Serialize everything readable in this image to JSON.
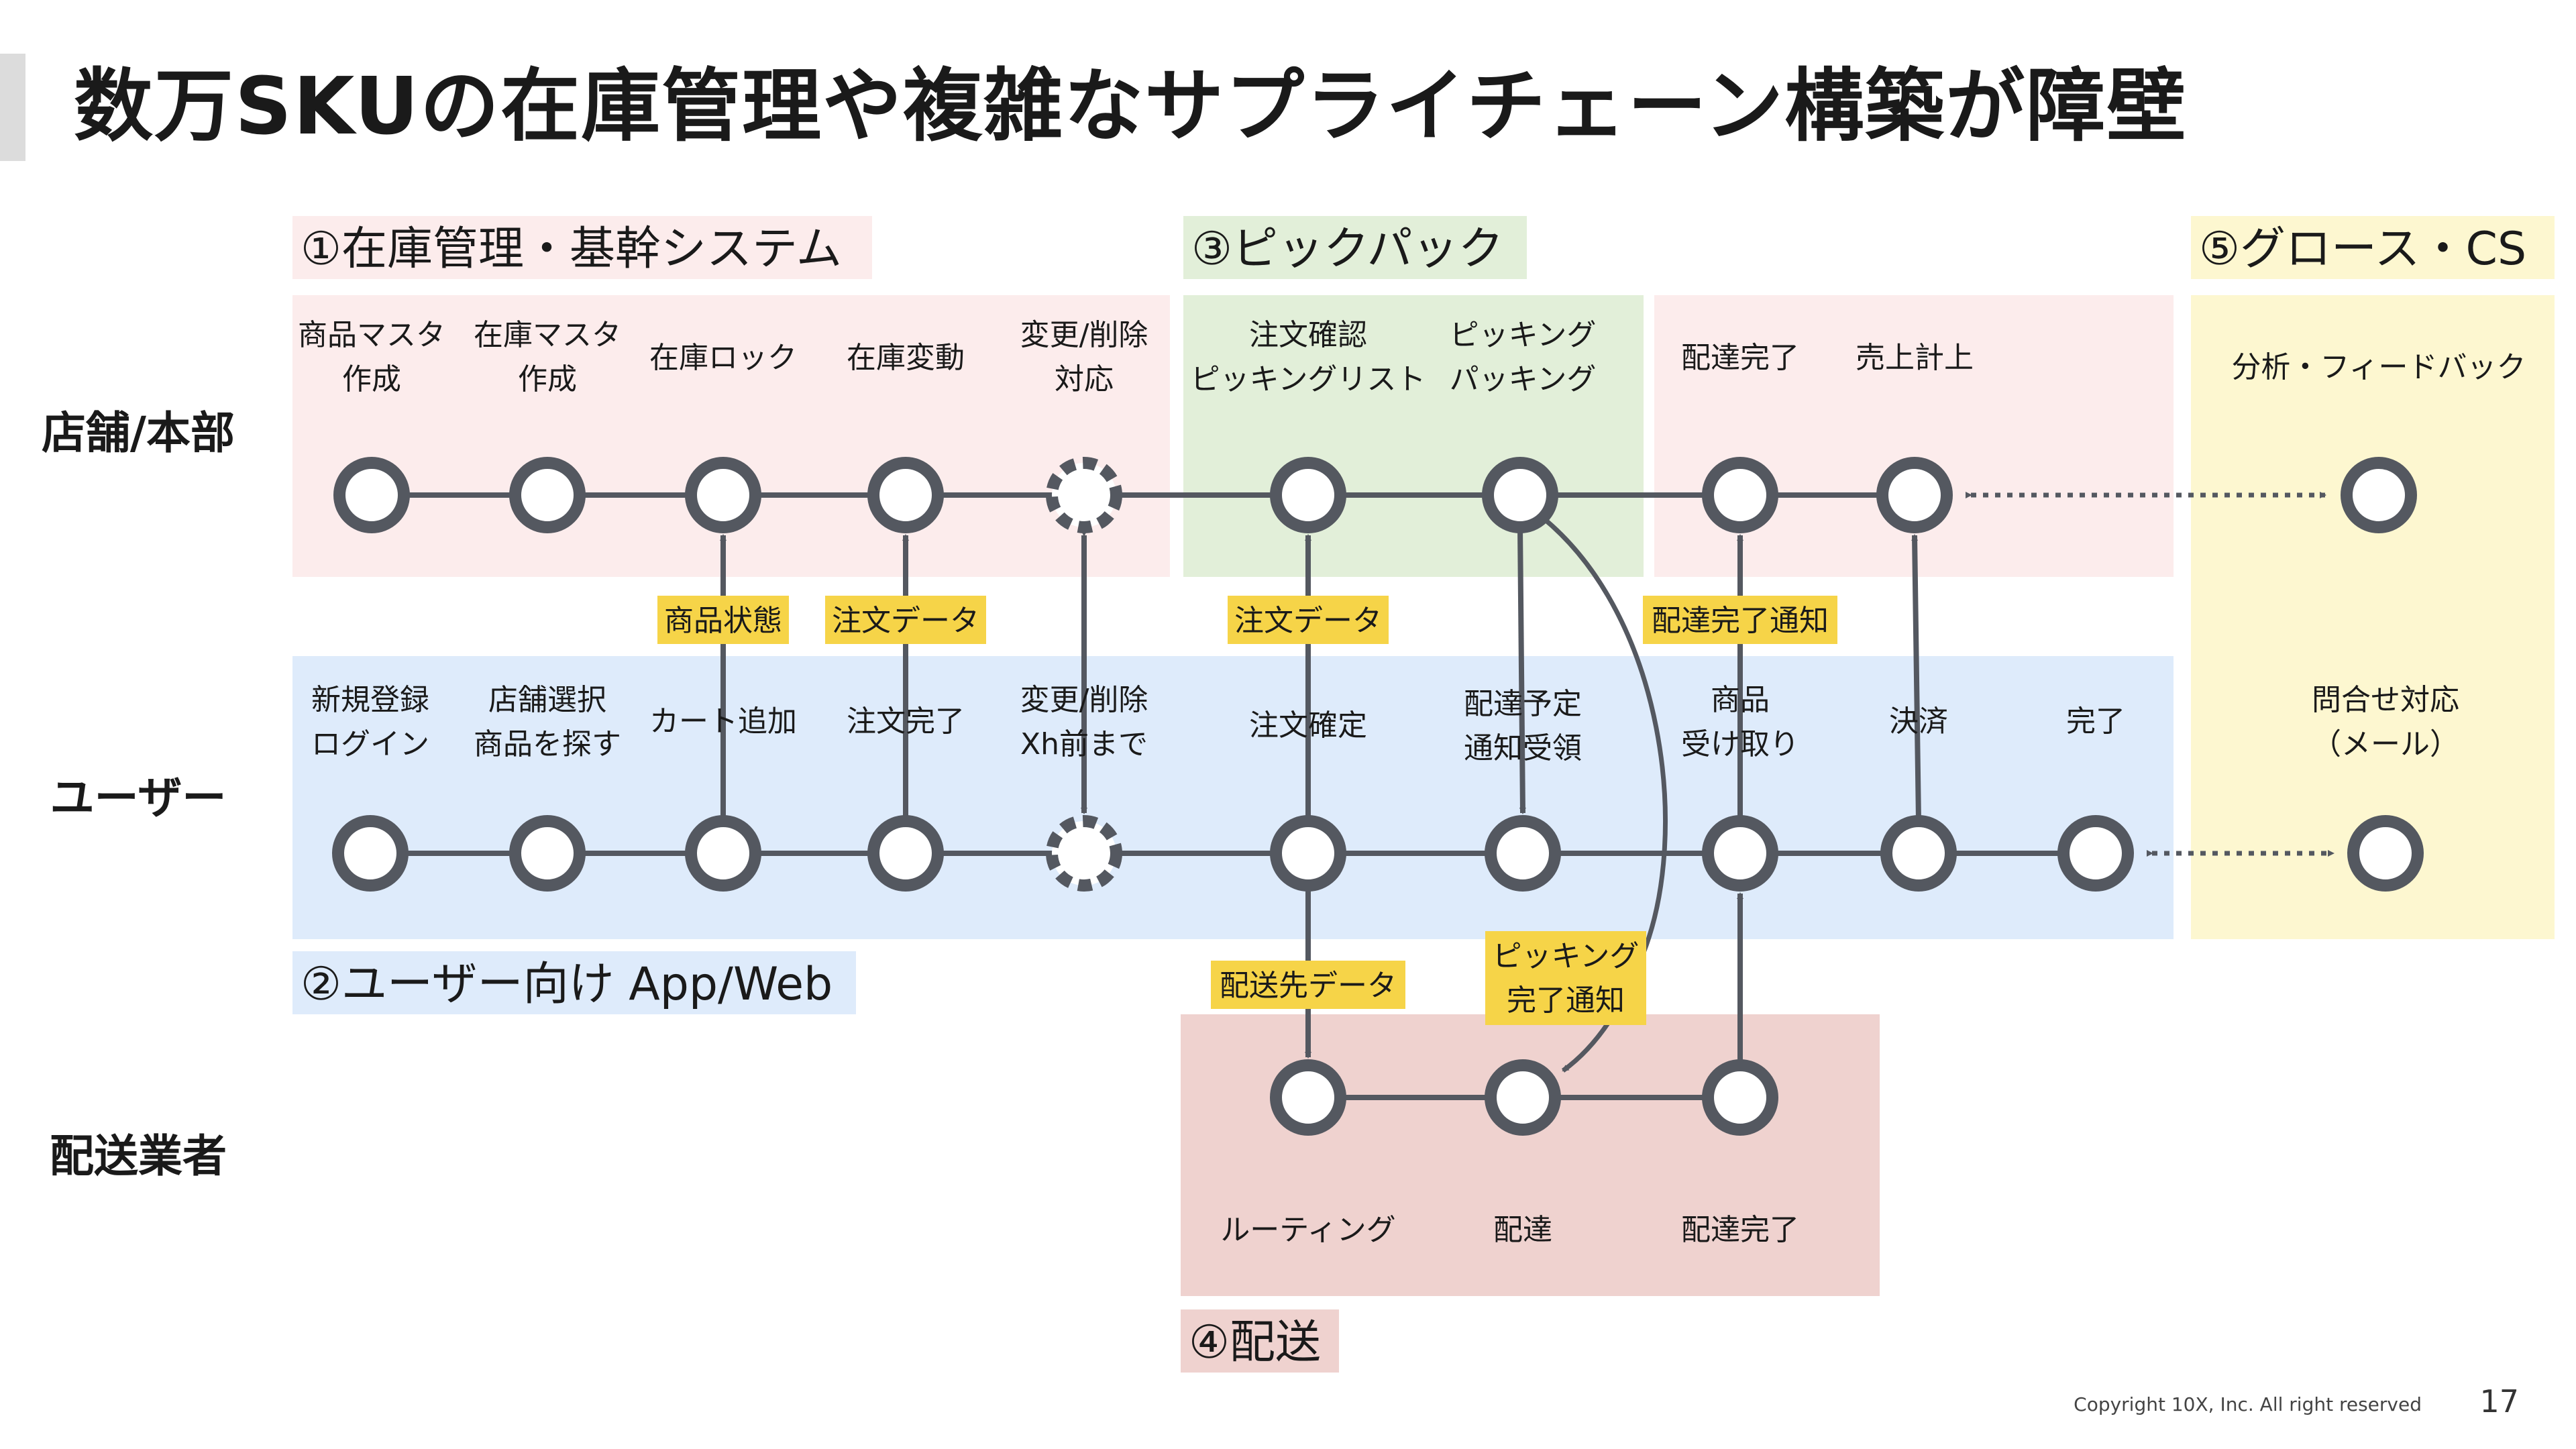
{
  "title": "数万SKUの在庫管理や複雑なサプライチェーン構築が障壁",
  "lanes": [
    "店舗/本部",
    "ユーザー",
    "配送業者"
  ],
  "sections": [
    {
      "label": "①在庫管理・基幹システム",
      "color": "#fcecec"
    },
    {
      "label": "②ユーザー向け App/Web",
      "color": "#deebfb"
    },
    {
      "label": "③ピックパック",
      "color": "#e2efd9"
    },
    {
      "label": "④配送",
      "color": "#efd2cf"
    },
    {
      "label": "⑤グロース・CS",
      "color": "#fdf7d0"
    }
  ],
  "steps": {
    "store": [
      [
        "商品マスタ",
        "作成"
      ],
      [
        "在庫マスタ",
        "作成"
      ],
      [
        "在庫ロック"
      ],
      [
        "在庫変動"
      ],
      [
        "変更/削除",
        "対応"
      ],
      [
        "注文確認",
        "ピッキングリスト"
      ],
      [
        "ピッキング",
        "パッキング"
      ],
      [
        "配達完了"
      ],
      [
        "売上計上"
      ],
      [
        "分析・フィードバック"
      ]
    ],
    "user": [
      [
        "新規登録",
        "ログイン"
      ],
      [
        "店舗選択",
        "商品を探す"
      ],
      [
        "カート追加"
      ],
      [
        "注文完了"
      ],
      [
        "変更/削除",
        "Xh前まで"
      ],
      [
        "注文確定"
      ],
      [
        "配達予定",
        "通知受領"
      ],
      [
        "商品",
        "受け取り"
      ],
      [
        "決済"
      ],
      [
        "完了"
      ],
      [
        "問合せ対応",
        "（メール）"
      ]
    ],
    "delivery": [
      [
        "ルーティング"
      ],
      [
        "配達"
      ],
      [
        "配達完了"
      ]
    ]
  },
  "tags": [
    [
      "商品状態"
    ],
    [
      "注文データ"
    ],
    [
      "注文データ"
    ],
    [
      "配達完了通知"
    ],
    [
      "配送先データ"
    ],
    [
      "ピッキング",
      "完了通知"
    ]
  ],
  "footer": "Copyright 10X, Inc. All right reserved",
  "page": "17",
  "colors": {
    "node": "#545860",
    "tag": "#f6d448",
    "title_bar": "#dcdcdc"
  }
}
